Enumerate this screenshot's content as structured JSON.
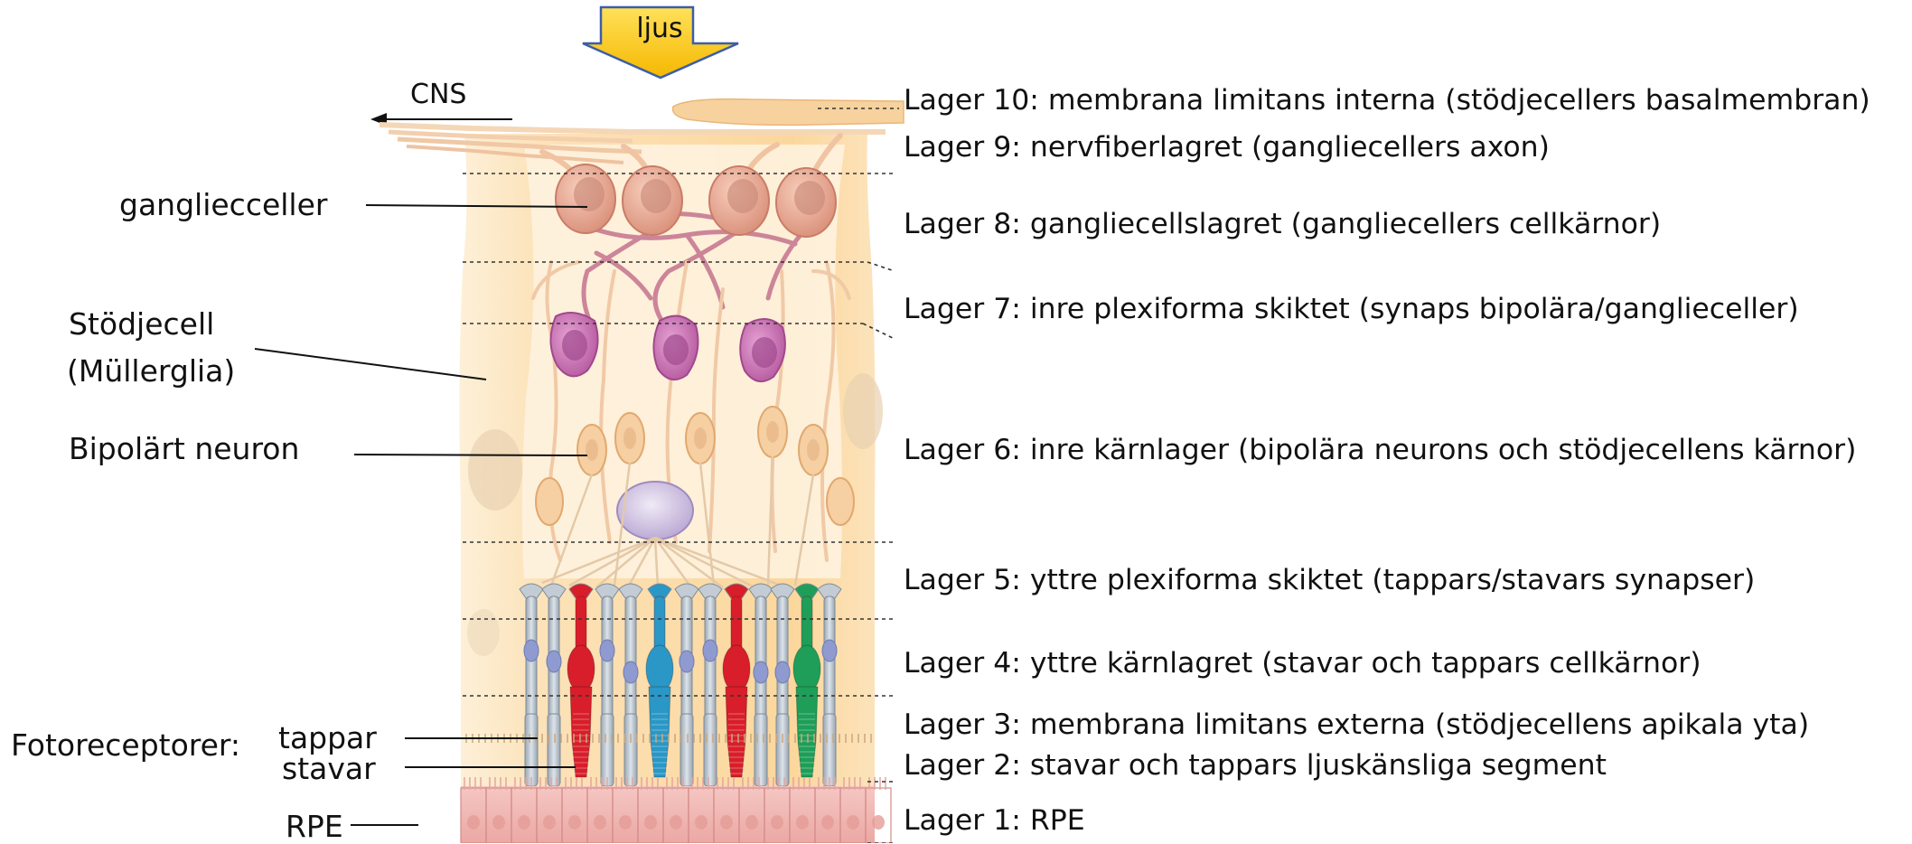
{
  "light": "ljus",
  "cns": "CNS",
  "left_labels": {
    "ganglion": "gangliecceller",
    "support_line1": "Stödjecell",
    "support_line2": "(Müllerglia)",
    "bipolar": "Bipolärt neuron",
    "photoreceptors": "Fotoreceptorer:",
    "cones": "tappar",
    "rods": "stavar",
    "rpe": "RPE"
  },
  "layers": [
    "Lager 10: membrana limitans interna (stödjecellers basalmembran)",
    "Lager 9: nervfiberlagret (gangliecellers axon)",
    "Lager 8: gangliecellslagret (gangliecellers cellkärnor)",
    "Lager 7: inre plexiforma skiktet (synaps bipolära/ganglieceller)",
    "Lager 6: inre kärnlager (bipolära neurons och stödjecellens kärnor)",
    "Lager 5: yttre plexiforma skiktet (tappars/stavars synapser)",
    "Lager 4: yttre kärnlagret (stavar och tappars cellkärnor)",
    "Lager 3: membrana limitans externa (stödjecellens apikala yta)",
    "Lager 2: stavar och tappars ljuskänsliga segment",
    "Lager 1: RPE"
  ],
  "colors": {
    "glia": "#FBD9A0",
    "glia_light": "#FDEBC8",
    "ganglion": "#E8A78F",
    "axon": "#F2C28E",
    "amacrine_link": "#C4708A",
    "bipolar_nucleus": "#C56FB0",
    "horizontal": "#C9B8DE",
    "rod": "#B9C3CC",
    "cone_red": "#D81E2A",
    "cone_blue": "#2A97C6",
    "cone_green": "#1E9E58",
    "rpe": "#F3B9B5",
    "arrow": "#F9C400"
  }
}
